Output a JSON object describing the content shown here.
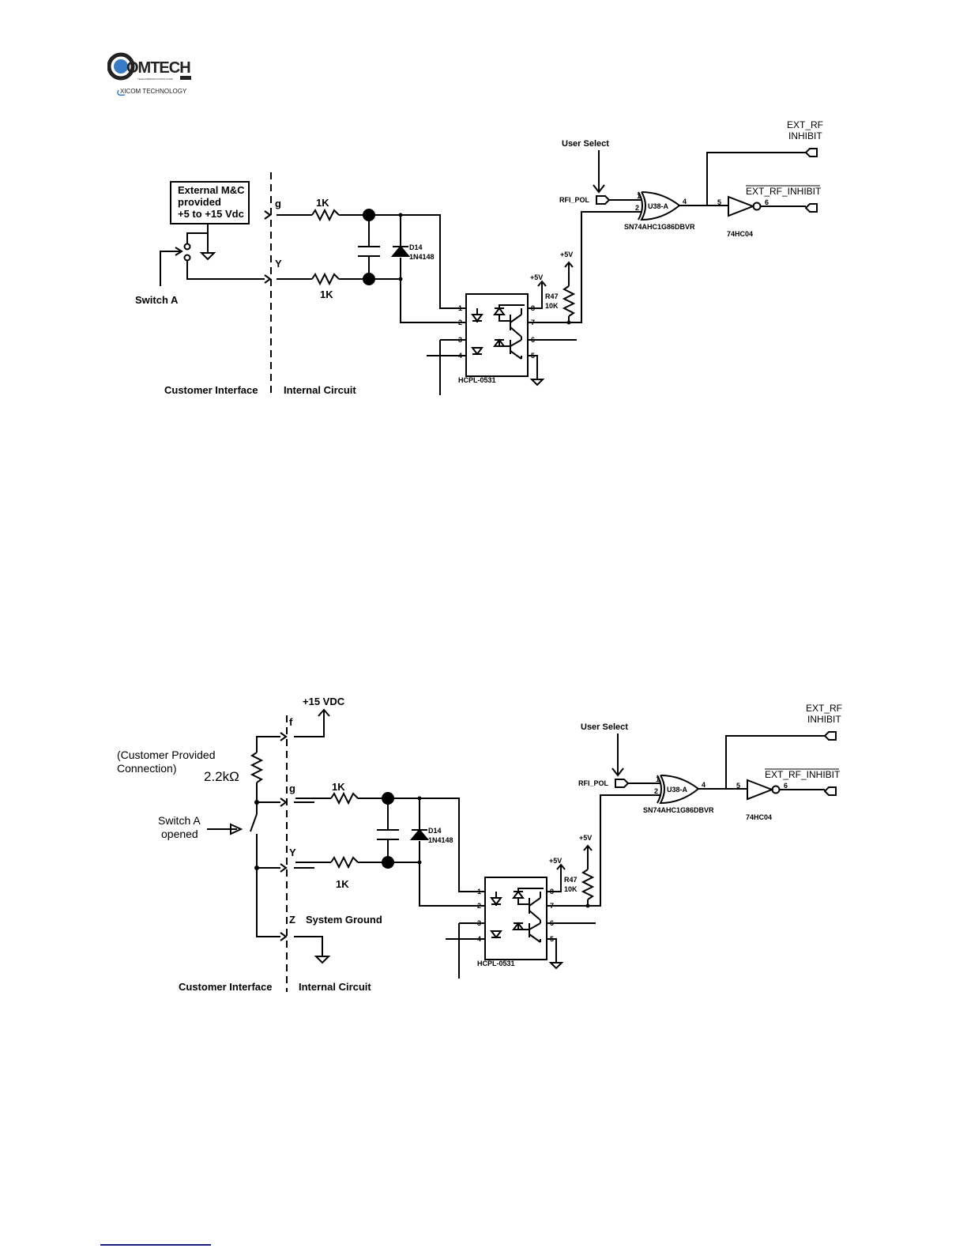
{
  "logo": {
    "brand": "COMTECH",
    "tagline": "TELECOMMUNICATIONS CORP.",
    "sub": "XICOM TECHNOLOGY"
  },
  "diagram1": {
    "box_lines": [
      "External M&C",
      "provided",
      "+5 to +15 Vdc"
    ],
    "switch_label": "Switch A",
    "pin_g": "g",
    "pin_y": "Y",
    "res1": "1K",
    "res2": "1K",
    "customer": "Customer Interface",
    "internal": "Internal Circuit",
    "common": {
      "user_select": "User Select",
      "rfi_pol": "RFI_POL",
      "d14": "D14",
      "d14_part": "1N4148",
      "opto": "HCPL-0531",
      "pins": [
        "1",
        "2",
        "3",
        "4",
        "8",
        "7",
        "6",
        "5"
      ],
      "plus5a": "+5V",
      "plus5b": "+5V",
      "r47": "R47",
      "r47_val": "10K",
      "xor": "U38-A",
      "xor_part": "SN74AHC1G86DBVR",
      "xor_in1": "1",
      "xor_in2": "2",
      "xor_out": "4",
      "inv_in": "5",
      "inv_out": "6",
      "inv_part": "74HC04",
      "ext1": "EXT_RF",
      "ext2": "INHIBIT",
      "ext_bar": "EXT_RF_INHIBIT"
    }
  },
  "diagram2": {
    "supply": "+15 VDC",
    "pin_f": "f",
    "pin_g": "g",
    "pin_y": "Y",
    "pin_z": "Z",
    "system_ground": "System Ground",
    "customer_conn": [
      "(Customer Provided",
      "Connection)"
    ],
    "resistor": "2.2kΩ",
    "switch_label": [
      "Switch A",
      "opened"
    ],
    "res1": "1K",
    "res2": "1K",
    "customer": "Customer Interface",
    "internal": "Internal Circuit",
    "common": {
      "user_select": "User Select",
      "rfi_pol": "RFI_POL",
      "d14": "D14",
      "d14_part": "1N4148",
      "opto": "HCPL-0531",
      "pins": [
        "1",
        "2",
        "3",
        "4",
        "8",
        "7",
        "6",
        "5"
      ],
      "plus5a": "+5V",
      "plus5b": "+5V",
      "r47": "R47",
      "r47_val": "10K",
      "xor": "U38-A",
      "xor_part": "SN74AHC1G86DBVR",
      "xor_in1": "1",
      "xor_in2": "2",
      "xor_out": "4",
      "inv_in": "5",
      "inv_out": "6",
      "inv_part": "74HC04",
      "ext1": "EXT_RF",
      "ext2": "INHIBIT",
      "ext_bar": "EXT_RF_INHIBIT"
    }
  }
}
